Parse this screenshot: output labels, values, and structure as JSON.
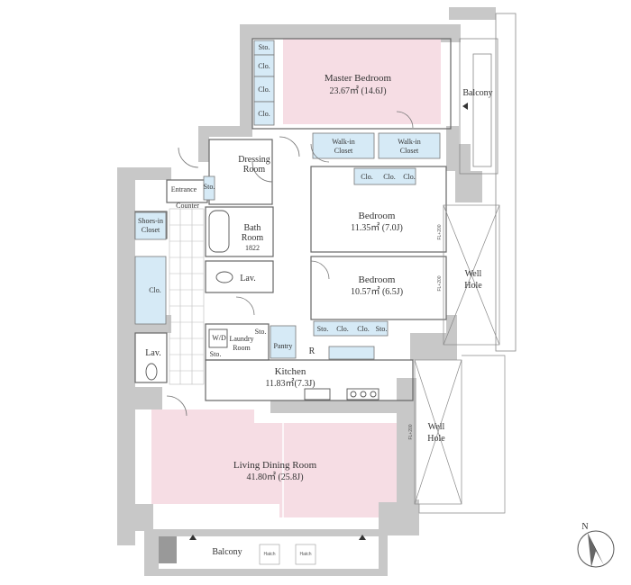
{
  "colors": {
    "wall": "#c8c8c8",
    "bedroom_fill": "#f6dde4",
    "storage_fill": "#d6eaf6",
    "floor": "#ffffff",
    "line": "#555555"
  },
  "rooms": {
    "master_bedroom": {
      "name": "Master Bedroom",
      "area": "23.67㎡ (14.6J)"
    },
    "bedroom_1": {
      "name": "Bedroom",
      "area": "11.35㎡ (7.0J)"
    },
    "bedroom_2": {
      "name": "Bedroom",
      "area": "10.57㎡ (6.5J)"
    },
    "kitchen": {
      "name": "Kitchen",
      "area": "11.83㎡(7.3J)"
    },
    "living": {
      "name": "Living Dining Room",
      "area": "41.80㎡ (25.8J)"
    },
    "bath": {
      "name": "Bath",
      "name2": "Room",
      "size": "1822"
    },
    "dressing": {
      "name": "Dressing",
      "name2": "Room"
    },
    "laundry": {
      "name": "Laundry",
      "name2": "Room"
    },
    "entrance": "Entrance",
    "counter": "Counter",
    "shoes": {
      "line1": "Shoes-in",
      "line2": "Closet"
    },
    "pantry": "Pantry",
    "r": "R",
    "wd": "W/D",
    "lav": "Lav.",
    "walkin": {
      "line1": "Walk-in",
      "line2": "Closet"
    }
  },
  "labels": {
    "sto": "Sto.",
    "clo": "Clo.",
    "balcony": "Balcony",
    "well_hole": {
      "line1": "Well",
      "line2": "Hole"
    },
    "hatch": "Hatch",
    "fl": "FL+200",
    "compass": "N"
  }
}
